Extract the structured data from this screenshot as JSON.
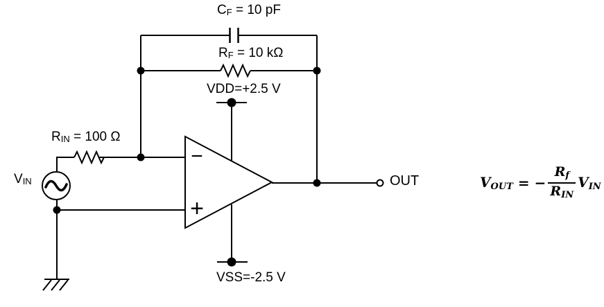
{
  "background": "#ffffff",
  "line_color": "#000000",
  "labels": {
    "cf": {
      "symbol": "C",
      "subscript": "F",
      "value": " = 10 pF"
    },
    "rf": {
      "symbol": "R",
      "subscript": "F",
      "value": " = 10 kΩ"
    },
    "rin": {
      "symbol": "R",
      "subscript": "IN",
      "value": " = 100 Ω"
    },
    "vin": {
      "symbol": "V",
      "subscript": "IN"
    },
    "vdd": {
      "text": "VDD=+2.5 V"
    },
    "vss": {
      "text": "VSS=-2.5 V"
    },
    "out": {
      "text": "OUT"
    },
    "opamp_minus": "−",
    "opamp_plus": "+"
  },
  "formula": {
    "lhs_symbol": "V",
    "lhs_subscript": "OUT",
    "equals": "=",
    "minus": "−",
    "numerator_symbol": "R",
    "numerator_subscript": "f",
    "denominator_symbol": "R",
    "denominator_subscript": "IN",
    "rhs_symbol": "V",
    "rhs_subscript": "IN"
  }
}
